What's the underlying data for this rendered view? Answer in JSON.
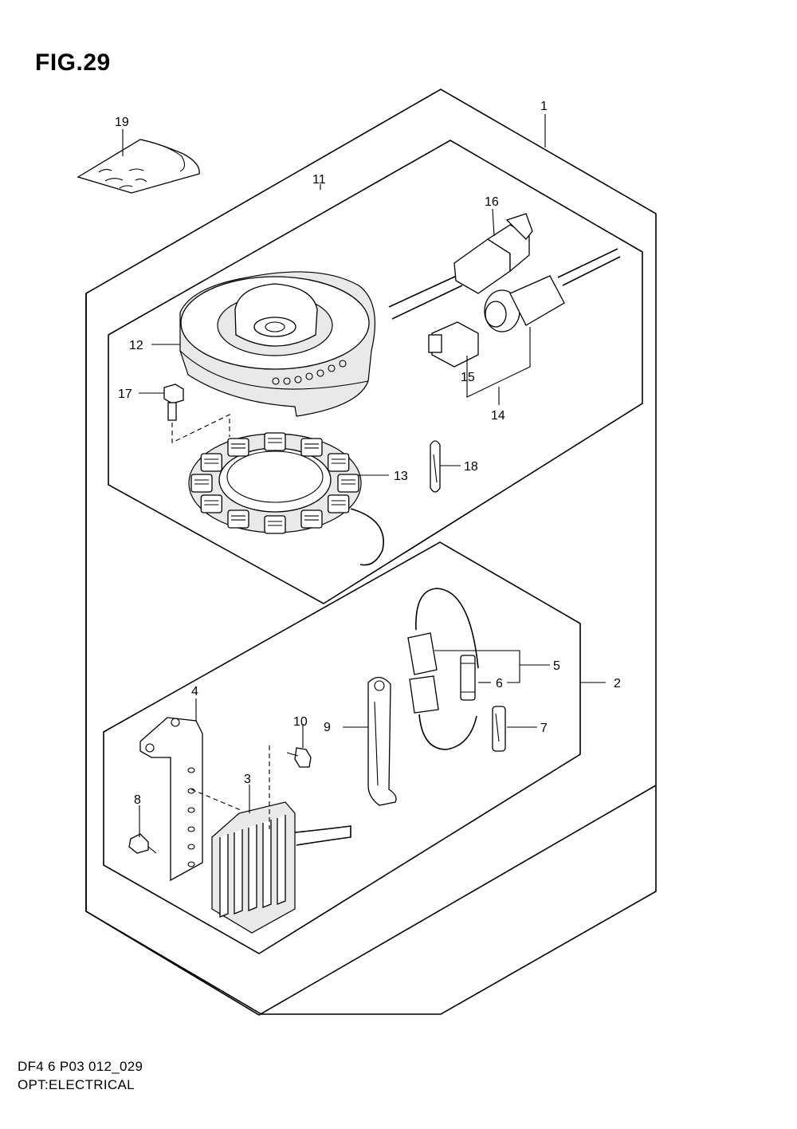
{
  "figure": {
    "title": "FIG.29"
  },
  "footer": {
    "code": "DF4 6 P03 012_029",
    "caption": "OPT:ELECTRICAL"
  },
  "callouts": {
    "c1": "1",
    "c2": "2",
    "c3": "3",
    "c4": "4",
    "c5": "5",
    "c6": "6",
    "c7": "7",
    "c8": "8",
    "c9": "9",
    "c10": "10",
    "c11": "11",
    "c12": "12",
    "c13": "13",
    "c14": "14",
    "c15": "15",
    "c16": "16",
    "c17": "17",
    "c18": "18",
    "c19": "19"
  }
}
